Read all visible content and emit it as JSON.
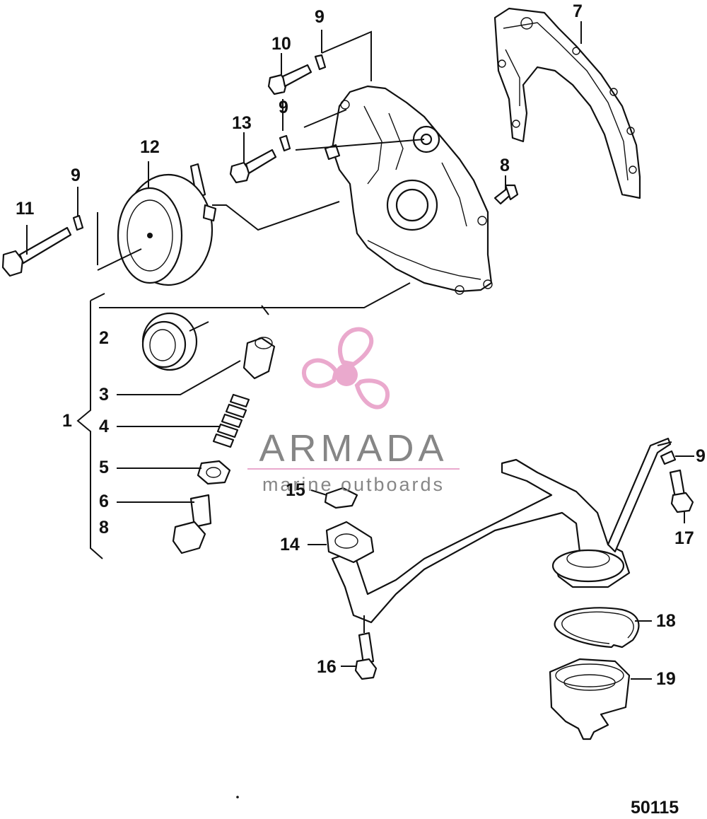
{
  "callouts": {
    "c1": "1",
    "c2": "2",
    "c3": "3",
    "c4": "4",
    "c5": "5",
    "c6": "6",
    "c7": "7",
    "c8a": "8",
    "c8b": "8",
    "c9a": "9",
    "c9b": "9",
    "c9c": "9",
    "c9d": "9",
    "c10": "10",
    "c11": "11",
    "c12": "12",
    "c13": "13",
    "c14": "14",
    "c15": "15",
    "c16": "16",
    "c17": "17",
    "c18": "18",
    "c19": "19"
  },
  "figure_number": "50115",
  "watermark": {
    "brand": "ARMADA",
    "tagline": "marine outboards",
    "logo_color": "#e8a0c8",
    "text_color": "#7a7a7a"
  }
}
